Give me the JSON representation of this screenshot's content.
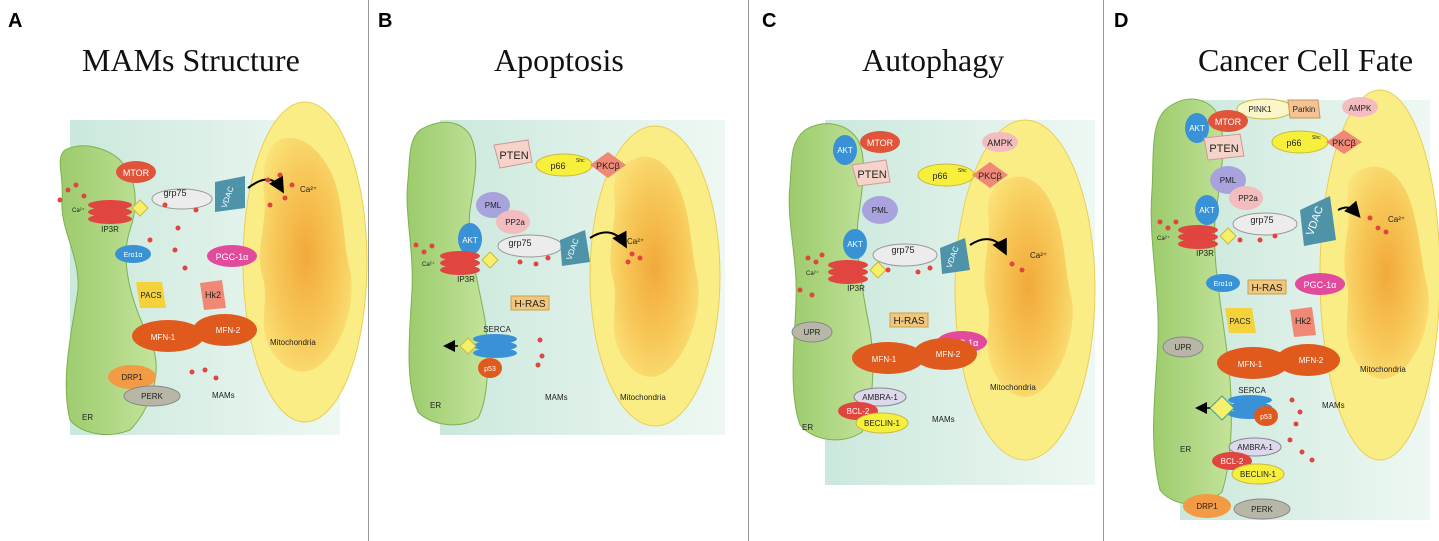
{
  "panels": [
    {
      "letter": "A",
      "title": "MAMs Structure",
      "labels": {
        "mtor": "MTOR",
        "grp75": "grp75",
        "vdac": "VDAC",
        "ip3r": "IP3R",
        "ca": "Ca²⁺",
        "ero": "Ero1α",
        "pgc": "PGC-1α",
        "pacs": "PACS",
        "hk2": "Hk2",
        "mfn1": "MFN-1",
        "mfn2": "MFN-2",
        "mito": "Mitochondria",
        "drp1": "DRP1",
        "perk": "PERK",
        "mams": "MAMs",
        "er": "ER"
      }
    },
    {
      "letter": "B",
      "title": "Apoptosis",
      "labels": {
        "pten": "PTEN",
        "p66": "p66",
        "shc": "Shc",
        "pkc": "PKCβ",
        "pml": "PML",
        "pp2a": "PP2a",
        "akt": "AKT",
        "grp75": "grp75",
        "vdac": "VDAC",
        "ip3r": "IP3R",
        "ca": "Ca²⁺",
        "hras": "H-RAS",
        "serca": "SERCA",
        "p53": "p53",
        "mams": "MAMs",
        "er": "ER",
        "mito": "Mitochondria"
      }
    },
    {
      "letter": "C",
      "title": "Autophagy",
      "labels": {
        "akt": "AKT",
        "mtor": "MTOR",
        "pten": "PTEN",
        "ampk": "AMPK",
        "p66": "p66",
        "shc": "Shc",
        "pkc": "PKCβ",
        "pml": "PML",
        "grp75": "grp75",
        "vdac": "VDAC",
        "ip3r": "IP3R",
        "ca": "Ca²⁺",
        "hras": "H-RAS",
        "pgc": "PGC-1α",
        "upr": "UPR",
        "mfn1": "MFN-1",
        "mfn2": "MFN-2",
        "mito": "Mitochondria",
        "ambra": "AMBRA-1",
        "bcl2": "BCL-2",
        "beclin": "BECLIN-1",
        "mams": "MAMs",
        "er": "ER"
      }
    },
    {
      "letter": "D",
      "title": "Cancer Cell Fate",
      "labels": {
        "pink1": "PINK1",
        "parkin": "Parkin",
        "ampk": "AMPK",
        "akt": "AKT",
        "mtor": "MTOR",
        "pten": "PTEN",
        "p66": "p66",
        "shc": "Shc",
        "pkc": "PKCβ",
        "pml": "PML",
        "pp2a": "PP2a",
        "grp75": "grp75",
        "vdac": "VDAC",
        "ip3r": "IP3R",
        "ca": "Ca²⁺",
        "ero": "Ero1α",
        "hras": "H-RAS",
        "pgc": "PGC-1α",
        "pacs": "PACS",
        "hk2": "Hk2",
        "upr": "UPR",
        "mfn1": "MFN-1",
        "mfn2": "MFN-2",
        "mito": "Mitochondria",
        "serca": "SERCA",
        "p53": "p53",
        "mams": "MAMs",
        "ambra": "AMBRA-1",
        "bcl2": "BCL-2",
        "beclin": "BECLIN-1",
        "er": "ER",
        "drp1": "DRP1",
        "perk": "PERK"
      }
    }
  ],
  "colors": {
    "er": "#a6d27a",
    "mito": "#fff07a",
    "mams": "#d9efe3",
    "ca": "#e0453f",
    "mtor": "#e0553a",
    "akt": "#3a92d6",
    "mfn": "#e05a1e",
    "vdac": "#4f93a8",
    "ip3r": "#e0453f"
  }
}
